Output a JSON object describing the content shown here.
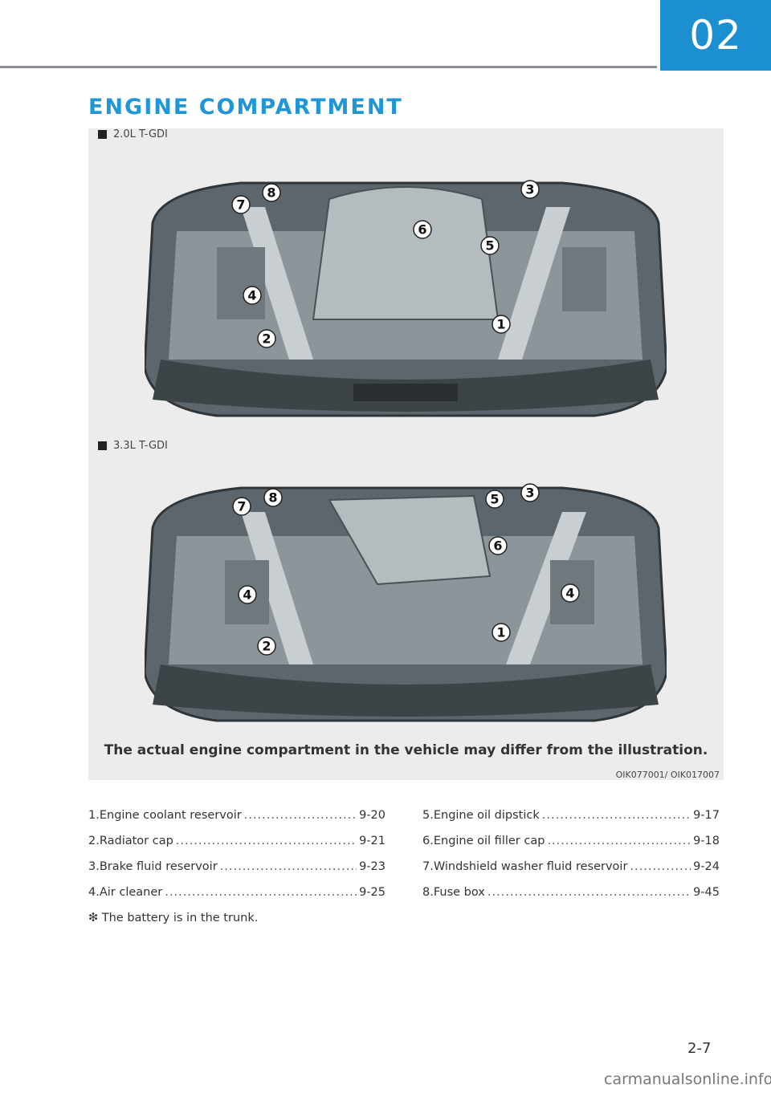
{
  "header": {
    "chapter": "02"
  },
  "section_title": "ENGINE COMPARTMENT",
  "figure": {
    "variant_1": "2.0L T-GDI",
    "variant_2": "3.3L T-GDI",
    "caption": "The actual engine compartment in the vehicle may differ from the illustration.",
    "code": "OIK077001/ OIK017007",
    "callouts_1": [
      "1",
      "2",
      "3",
      "4",
      "5",
      "6",
      "7",
      "8"
    ],
    "callouts_2": [
      "1",
      "2",
      "3",
      "4",
      "4",
      "5",
      "6",
      "7",
      "8"
    ]
  },
  "components_left": [
    {
      "num": "1.",
      "label": "Engine coolant reservoir",
      "page": "9-20"
    },
    {
      "num": "2.",
      "label": "Radiator cap",
      "page": "9-21"
    },
    {
      "num": "3.",
      "label": "Brake fluid reservoir",
      "page": "9-23"
    },
    {
      "num": "4.",
      "label": "Air cleaner",
      "page": "9-25"
    }
  ],
  "components_right": [
    {
      "num": "5.",
      "label": "Engine oil dipstick",
      "page": "9-17"
    },
    {
      "num": "6.",
      "label": "Engine oil filler cap",
      "page": "9-18"
    },
    {
      "num": "7.",
      "label": "Windshield washer fluid reservoir",
      "page": "9-24"
    },
    {
      "num": "8.",
      "label": "Fuse box",
      "page": "9-45"
    }
  ],
  "note": "❇ The battery is in the trunk.",
  "footer": {
    "page_number": "2-7",
    "watermark": "carmanualsonline.info"
  }
}
